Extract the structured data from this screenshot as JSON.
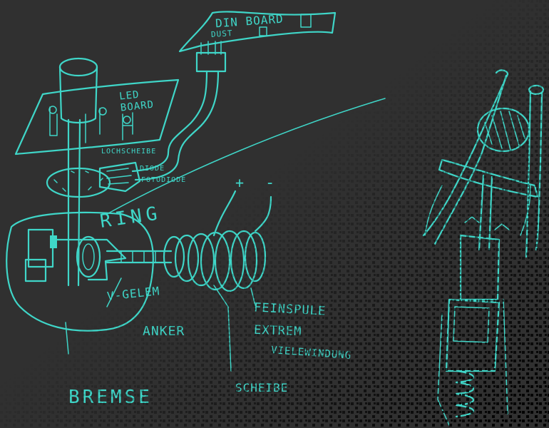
{
  "labels": {
    "din_board": "DIN BOARD",
    "dust": "DUST",
    "led_board": "LED BOARD",
    "lochscheibe": "LOCHSCHEIBE",
    "diode": "DIODE",
    "fotodiode": "FOTODIODE",
    "plus": "+",
    "minus": "-",
    "ring": "RING",
    "v_gelem": "V-GELEM",
    "anker": "ANKER",
    "feinspule": "FEINSPULE",
    "extrem": "EXTREM",
    "vielewindung": "VIELEWINDUNG",
    "scheibe": "SCHEIBE",
    "bremse": "BREMSE"
  },
  "colors": {
    "background": "#303030",
    "ink": "#3fd6c8"
  }
}
